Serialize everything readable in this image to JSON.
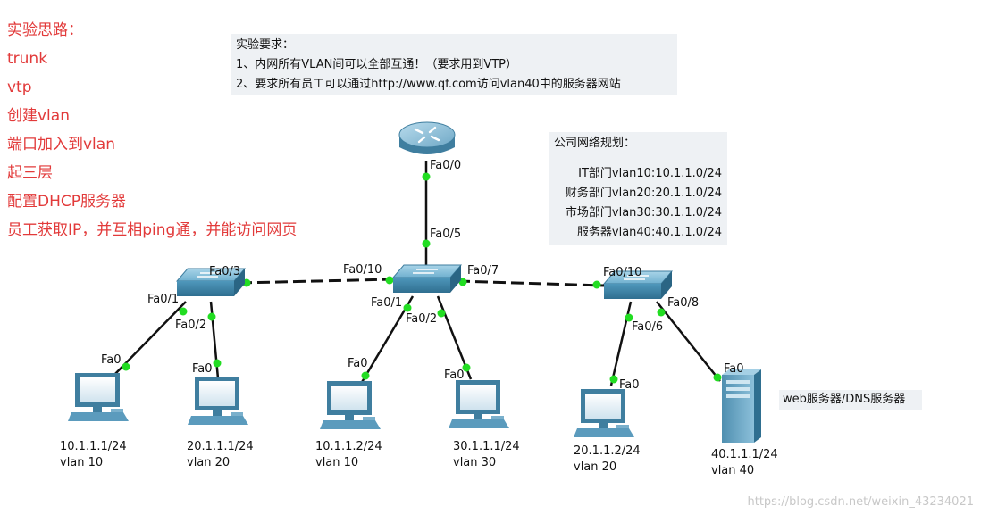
{
  "experiment_steps": {
    "title": "实验思路：",
    "items": [
      "trunk",
      "vtp",
      "创建vlan",
      "端口加入到vlan",
      "起三层",
      "配置DHCP服务器",
      "员工获取IP，并互相ping通，并能访问网页"
    ]
  },
  "requirements": {
    "title": "实验要求：",
    "items": [
      "1、内网所有VLAN间可以全部互通！（要求用到VTP）",
      "2、要求所有员工可以通过http://www.qf.com访问vlan40中的服务器网站"
    ]
  },
  "network_plan": {
    "title": "公司网络规划：",
    "items": [
      "IT部门vlan10:10.1.1.0/24",
      "财务部门vlan20:20.1.1.0/24",
      "市场部门vlan30:30.1.1.0/24",
      "服务器vlan40:40.1.1.0/24"
    ]
  },
  "ports": {
    "router_fa00": "Fa0/0",
    "core_fa05": "Fa0/5",
    "left_fa03": "Fa0/3",
    "core_fa010": "Fa0/10",
    "core_fa07": "Fa0/7",
    "right_fa010": "Fa0/10",
    "left_fa01": "Fa0/1",
    "left_fa02": "Fa0/2",
    "core_fa01": "Fa0/1",
    "core_fa02": "Fa0/2",
    "right_fa06": "Fa0/6",
    "right_fa08": "Fa0/8",
    "pc1_fa0": "Fa0",
    "pc2_fa0": "Fa0",
    "pc3_fa0": "Fa0",
    "pc4_fa0": "Fa0",
    "pc5_fa0": "Fa0",
    "srv_fa0": "Fa0"
  },
  "hosts": [
    {
      "ip": "10.1.1.1/24",
      "vlan": "vlan 10"
    },
    {
      "ip": "20.1.1.1/24",
      "vlan": "vlan 20"
    },
    {
      "ip": "10.1.1.2/24",
      "vlan": "vlan 10"
    },
    {
      "ip": "30.1.1.1/24",
      "vlan": "vlan 30"
    },
    {
      "ip": "20.1.1.2/24",
      "vlan": "vlan 20"
    },
    {
      "ip": "40.1.1.1/24",
      "vlan": "vlan 40"
    }
  ],
  "server_label": "web服务器/DNS服务器",
  "watermark": "https://blog.csdn.net/weixin_43234021",
  "colors": {
    "step_text": "#e23a3a",
    "box_bg": "#eef1f4",
    "link_dot": "#22dd22",
    "device_blue": "#4a8fb3",
    "watermark": "#c8c8c8"
  }
}
